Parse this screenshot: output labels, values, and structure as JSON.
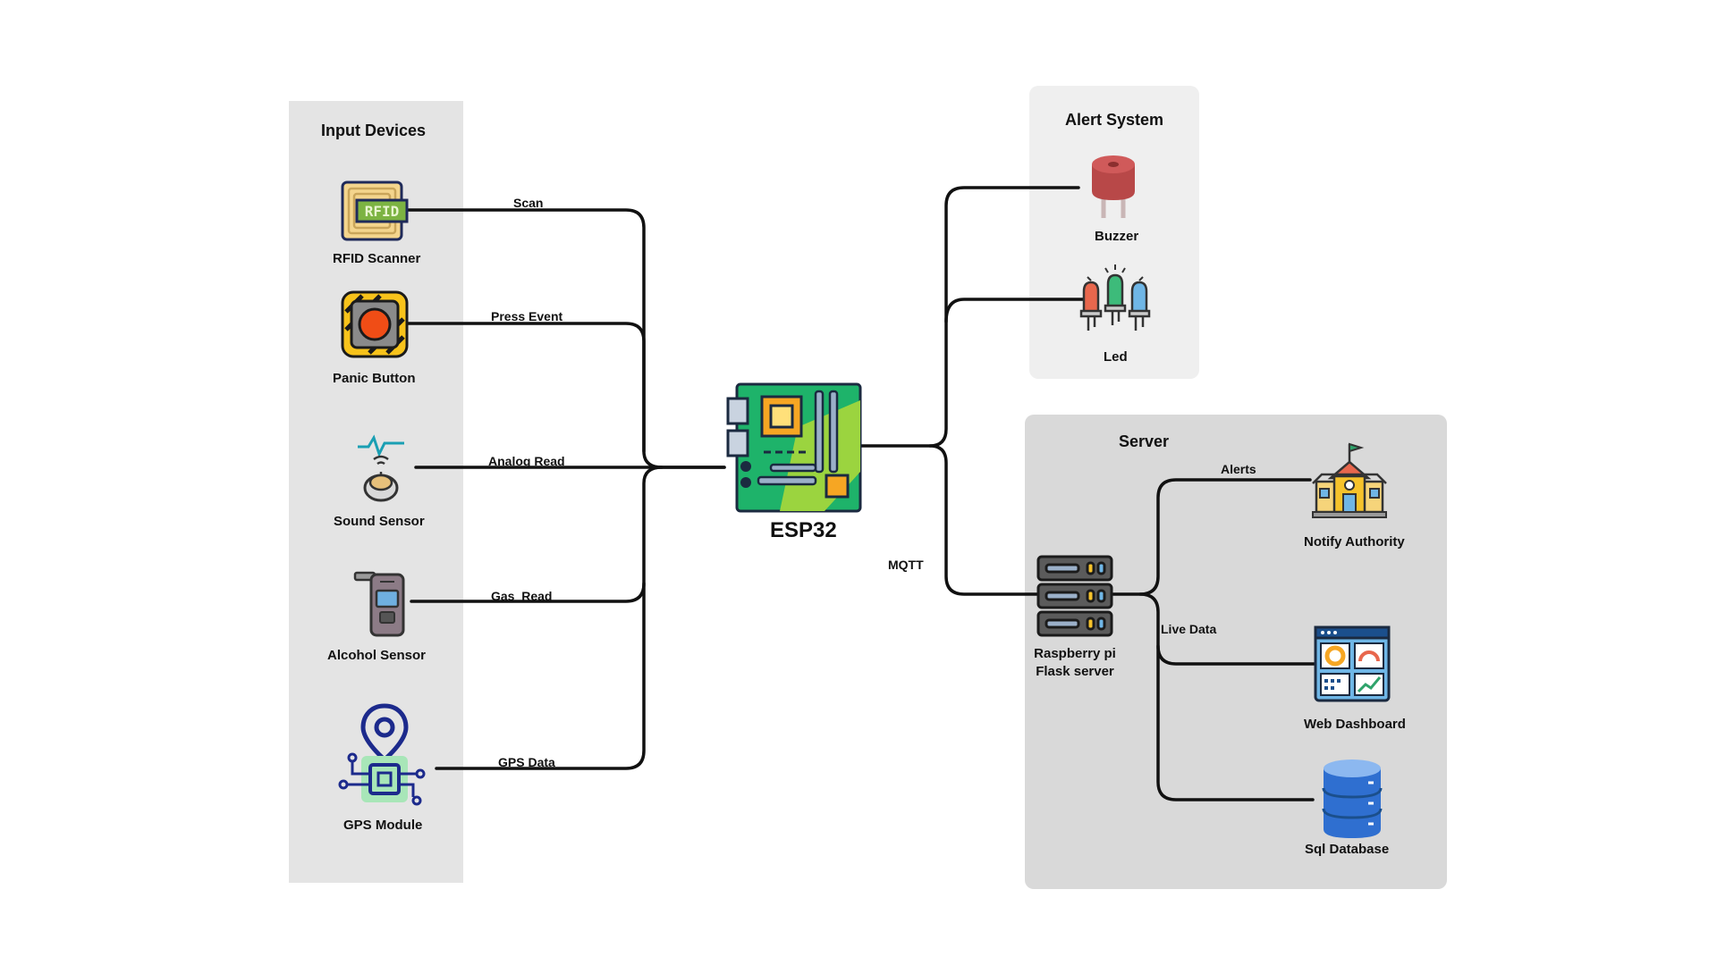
{
  "groups": {
    "input": {
      "title": "Input Devices"
    },
    "alert": {
      "title": "Alert System"
    },
    "server": {
      "title": "Server"
    }
  },
  "controller": {
    "label": "ESP32"
  },
  "inputs": [
    {
      "label": "RFID Scanner",
      "edge": "Scan",
      "icon": "rfid-icon"
    },
    {
      "label": "Panic Button",
      "edge": "Press Event",
      "icon": "panic-button-icon"
    },
    {
      "label": "Sound Sensor",
      "edge": "Analog Read",
      "icon": "sound-sensor-icon"
    },
    {
      "label": "Alcohol Sensor",
      "edge": "Gas  Read",
      "icon": "alcohol-sensor-icon"
    },
    {
      "label": "GPS Module",
      "edge": "GPS Data",
      "icon": "gps-module-icon"
    }
  ],
  "alerts": [
    {
      "label": "Buzzer",
      "icon": "buzzer-icon"
    },
    {
      "label": "Led",
      "icon": "led-icon"
    }
  ],
  "mqtt_label": "MQTT",
  "server_node": {
    "line1": "Raspberry pi",
    "line2": "Flask server",
    "icon": "server-rack-icon"
  },
  "server_edges": {
    "alerts": "Alerts",
    "live": "Live Data"
  },
  "outputs": [
    {
      "label": "Notify Authority",
      "icon": "authority-building-icon"
    },
    {
      "label": "Web Dashboard",
      "icon": "dashboard-icon"
    },
    {
      "label": "Sql Database",
      "icon": "database-icon"
    }
  ]
}
